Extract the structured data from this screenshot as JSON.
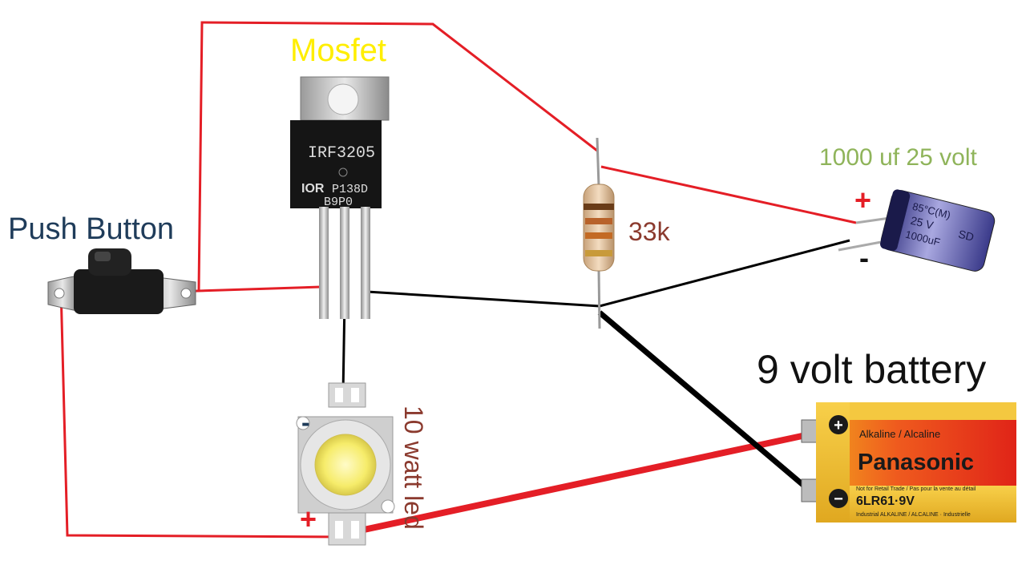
{
  "labels": {
    "mosfet": "Mosfet",
    "push_button": "Push Button",
    "capacitor": "1000 uf 25 volt",
    "resistor": "33k",
    "battery": "9 volt battery",
    "led": "10 watt led",
    "cap_plus": "+",
    "cap_minus": "-",
    "led_minus": "-",
    "led_plus": "+"
  },
  "mosfet_marking": {
    "line1": "IRF3205",
    "line2_logo": "IOR",
    "line2": "P138D",
    "line3": "B9P0"
  },
  "capacitor_marking": {
    "line1": "85°C(M)",
    "line2": "25 V",
    "line3": "1000uF",
    "line4": "SD"
  },
  "battery_marking": {
    "plus": "+",
    "minus": "−",
    "type": "Alkaline / Alcaline",
    "brand": "Panasonic",
    "notice": "Not for Retail Trade / Pas pour la vente au détail",
    "model": "6LR61·9V",
    "sub": "Industrial ALKALINE / ALCALINE · Industrielle"
  },
  "colors": {
    "mosfet_label": "#ffee00",
    "push_button_label": "#1f3c5a",
    "capacitor_label": "#8fb45a",
    "resistor_label": "#8b3a2e",
    "battery_label": "#111111",
    "led_label": "#8b3a2e",
    "wire_red": "#e41e26",
    "wire_black": "#000000",
    "polarity_plus": "#e41e26",
    "polarity_minus": "#1f3c5a"
  }
}
